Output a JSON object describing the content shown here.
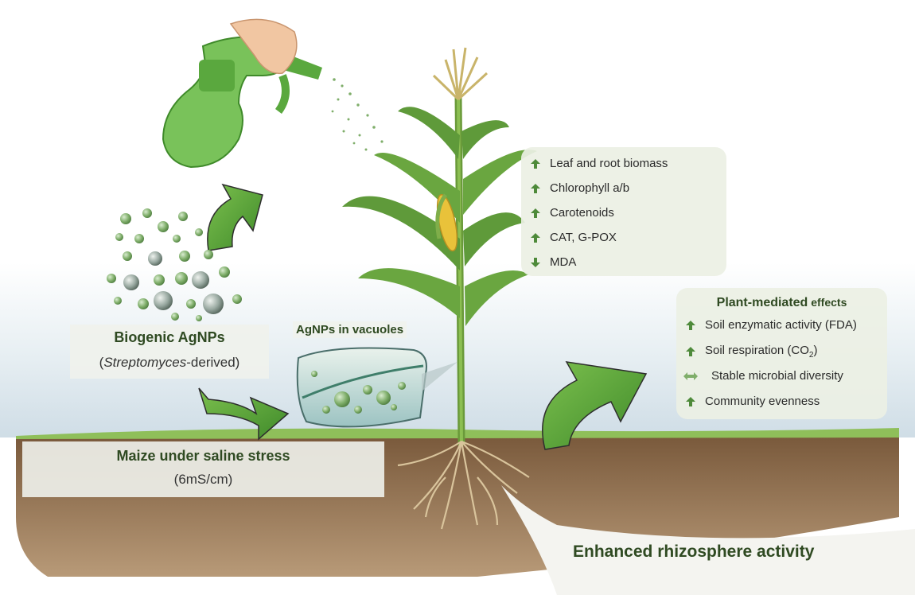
{
  "left": {
    "agnps_title": "Biogenic AgNPs",
    "agnps_sub_italic": "Streptomyces",
    "agnps_sub_rest": "-derived)",
    "agnps_sub_open": "(",
    "maize_title": "Maize under saline stress",
    "maize_sub": "(6mS/cm)"
  },
  "vacuole_label": "AgNPs in vacuoles",
  "plant_effects": {
    "items": [
      {
        "arrow": "up",
        "glyph": "🡑",
        "text": "Leaf and root biomass"
      },
      {
        "arrow": "up",
        "glyph": "🡑",
        "text": "Chlorophyll a/b"
      },
      {
        "arrow": "up",
        "glyph": "🡑",
        "text": "Carotenoids"
      },
      {
        "arrow": "up",
        "glyph": "🡑",
        "text": "CAT, G-POX"
      },
      {
        "arrow": "down",
        "glyph": "🡓",
        "text": "MDA"
      }
    ]
  },
  "soil_effects": {
    "title_bold": "Plant-mediated",
    "title_rest": " effects",
    "items": [
      {
        "arrow": "up",
        "glyph": "🡑",
        "text": "Soil enzymatic activity (FDA)"
      },
      {
        "arrow": "up",
        "glyph": "🡑",
        "text_pre": "Soil respiration (CO",
        "sub": "2",
        "text_post": ")"
      },
      {
        "arrow": "both",
        "glyph": "⇔",
        "text": "Stable microbial diversity"
      },
      {
        "arrow": "up",
        "glyph": "🡑",
        "text": "Community evenness"
      }
    ]
  },
  "rhizosphere_label": "Enhanced rhizosphere activity",
  "colors": {
    "accent_green": "#5a9a3c",
    "dark_green_text": "#2f4a22",
    "soil": "#8a6a4a",
    "sky": "#dfe9ef"
  }
}
